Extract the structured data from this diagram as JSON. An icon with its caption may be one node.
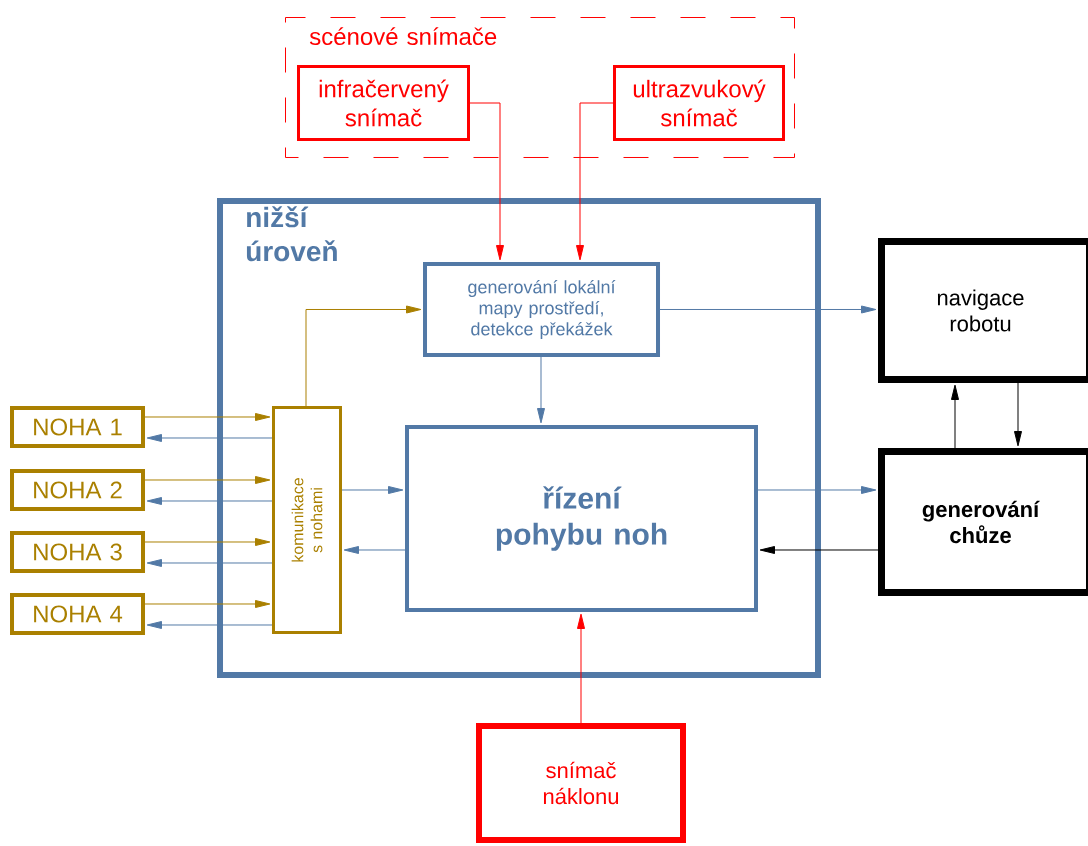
{
  "diagram": {
    "nodes": [
      {
        "text": [
          "scénové snímače"
        ]
      },
      {
        "text": [
          "infračervený snímač"
        ],
        "in": 0
      },
      {
        "text": [
          "ultrazvukový snímač"
        ],
        "in": 0
      },
      {
        "text": [
          "nižší úroveň"
        ]
      },
      {
        "text": [
          "generování lokální mapy prostředí, detekce překážek"
        ],
        "in": 3
      },
      {
        "text": [
          "komunikace s nohami"
        ],
        "in": 3
      },
      {
        "text": [
          "řízení pohybu noh"
        ],
        "in": 3
      },
      {
        "text": [
          "navigace robotu"
        ]
      },
      {
        "text": [
          "generování chůze"
        ]
      },
      {
        "text": [
          "NOHA 1"
        ]
      },
      {
        "text": [
          "NOHA 2"
        ]
      },
      {
        "text": [
          "NOHA 3"
        ]
      },
      {
        "text": [
          "NOHA 4"
        ]
      },
      {
        "text": [
          "snímač náklonu"
        ]
      }
    ],
    "edges": [
      {
        "from": 1,
        "to": 4,
        "arrow": "to",
        "color": "#ff0000"
      },
      {
        "from": 2,
        "to": 4,
        "arrow": "to",
        "color": "#ff0000"
      },
      {
        "from": 5,
        "to": 4,
        "arrow": "to",
        "color": "#aa8000"
      },
      {
        "from": 4,
        "to": 7,
        "arrow": "to"
      },
      {
        "from": 4,
        "to": 6,
        "arrow": "to"
      },
      {
        "from": 9,
        "to": 5,
        "arrow": "to",
        "color": "#aa8000"
      },
      {
        "from": 5,
        "to": 9,
        "arrow": "to"
      },
      {
        "from": 10,
        "to": 5,
        "arrow": "to",
        "color": "#aa8000"
      },
      {
        "from": 5,
        "to": 10,
        "arrow": "to"
      },
      {
        "from": 11,
        "to": 5,
        "arrow": "to",
        "color": "#aa8000"
      },
      {
        "from": 5,
        "to": 11,
        "arrow": "to"
      },
      {
        "from": 12,
        "to": 5,
        "arrow": "to",
        "color": "#aa8000"
      },
      {
        "from": 5,
        "to": 12,
        "arrow": "to"
      },
      {
        "from": 5,
        "to": 6,
        "arrow": "to"
      },
      {
        "from": 6,
        "to": 5,
        "arrow": "to"
      },
      {
        "from": 6,
        "to": 8,
        "arrow": "to"
      },
      {
        "from": 8,
        "to": 6,
        "arrow": "to",
        "color": "#000000"
      },
      {
        "from": 8,
        "to": 7,
        "arrow": "to",
        "color": "#000000"
      },
      {
        "from": 7,
        "to": 8,
        "arrow": "to",
        "color": "#000000"
      },
      {
        "from": 13,
        "to": 6,
        "arrow": "to",
        "color": "#ff0000"
      }
    ]
  }
}
